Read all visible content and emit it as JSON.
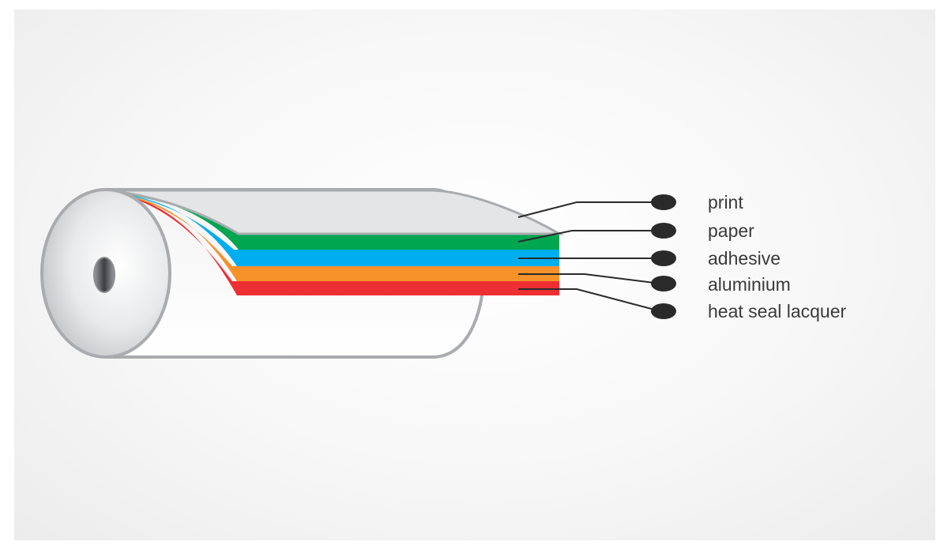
{
  "labels": [
    {
      "text": "print",
      "color": "#e4e5e7"
    },
    {
      "text": "paper",
      "color": "#00a650"
    },
    {
      "text": "adhesive",
      "color": "#00aeef"
    },
    {
      "text": "aluminium",
      "color": "#f7922b"
    },
    {
      "text": "heat seal lacquer",
      "color": "#ed2f34"
    }
  ]
}
